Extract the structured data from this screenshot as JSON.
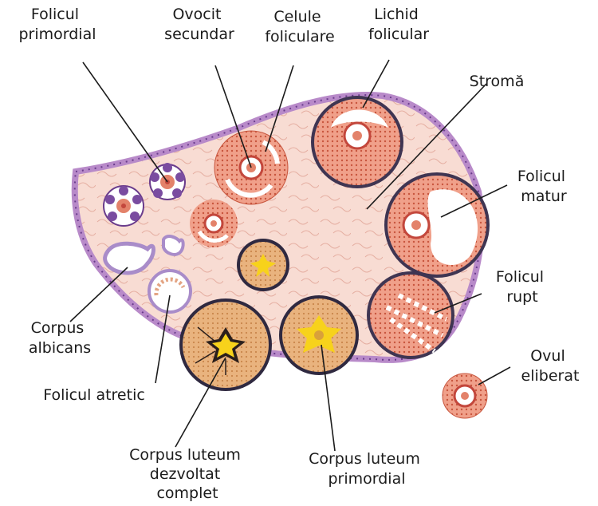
{
  "labels": {
    "folicul_primordial": [
      "Folicul",
      "primordial"
    ],
    "ovocit_secundar": [
      "Ovocit",
      "secundar"
    ],
    "celule_foliculare": [
      "Celule",
      "foliculare"
    ],
    "lichid_folicular": [
      "Lichid",
      "folicular"
    ],
    "stroma": [
      "Stromă"
    ],
    "folicul_matur": [
      "Folicul",
      "matur"
    ],
    "folicul_rupt": [
      "Folicul",
      "rupt"
    ],
    "ovul_eliberat": [
      "Ovul",
      "eliberat"
    ],
    "corpus_albicans": [
      "Corpus",
      "albicans"
    ],
    "folicul_atretic": [
      "Folicul atretic"
    ],
    "corpus_luteum_dezvoltat": [
      "Corpus luteum",
      "dezvoltat",
      "complet"
    ],
    "corpus_luteum_primordial": [
      "Corpus luteum",
      "primordial"
    ]
  },
  "colors": {
    "stroma": "#f8dcd3",
    "stroma_lines": "#e7b2a6",
    "epithelium": "#b88ac9",
    "epithelium_nucleus": "#6a3c8c",
    "follicle_cells": "#e3826a",
    "follicle_light": "#f3b19c",
    "theca": "#5b4b78",
    "oocyte_ring": "#c3473c",
    "luteum": "#e8b07a",
    "luteum_core": "#f7d21b",
    "albicans": "#a98cc9"
  }
}
